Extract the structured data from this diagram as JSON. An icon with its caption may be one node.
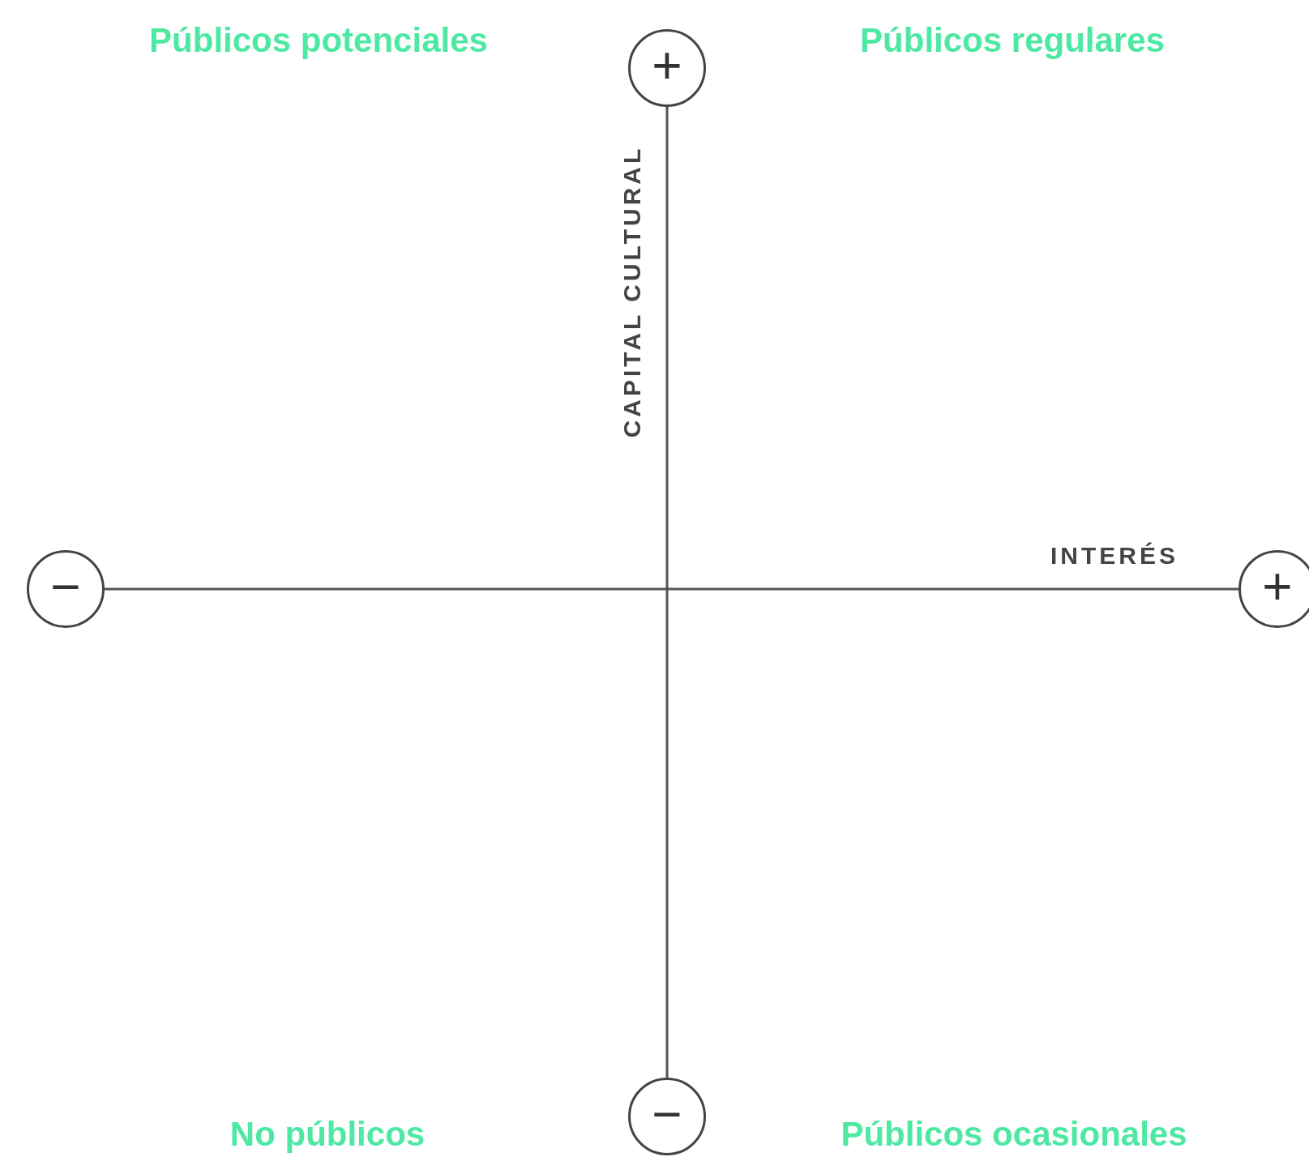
{
  "diagram": {
    "nodes": [
      {
        "text": [
          "+"
        ]
      },
      {
        "text": [
          "−"
        ]
      },
      {
        "text": [
          "+"
        ]
      },
      {
        "text": [
          "−"
        ]
      }
    ],
    "edges": [
      {
        "from": 0,
        "to": 3,
        "arrow": "none"
      },
      {
        "from": 1,
        "to": 2,
        "arrow": "none"
      }
    ],
    "labels": [
      "Públicos potenciales",
      "Públicos regulares",
      "CAPITAL CULTURAL",
      "INTERÉS",
      "No públicos",
      "Públicos ocasionales"
    ]
  }
}
